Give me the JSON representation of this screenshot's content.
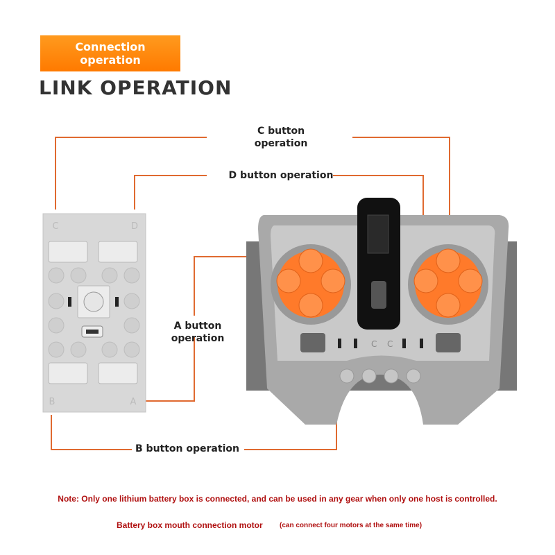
{
  "header": {
    "badge": "Connection operation",
    "badge_line1": "Connection",
    "badge_line2": "operation",
    "title": "LINK OPERATION"
  },
  "labels": {
    "c_line1": "C button",
    "c_line2": "operation",
    "d": "D button operation",
    "a": "A button operation",
    "b": "B button operation"
  },
  "battery_box": {
    "corner_tl": "C",
    "corner_tr": "D",
    "corner_bl": "B",
    "corner_br": "A"
  },
  "remote": {
    "switch_labels": [
      "C",
      "C"
    ]
  },
  "notes": {
    "note": "Note: Only one lithium battery box is connected, and can be used in any gear when only one host is controlled.",
    "mouth": "Battery box mouth connection motor",
    "mouth_sub": "(can connect four motors at the same time)"
  },
  "colors": {
    "accent": "#ff8200",
    "line": "#e06a30",
    "note": "#b01010"
  }
}
